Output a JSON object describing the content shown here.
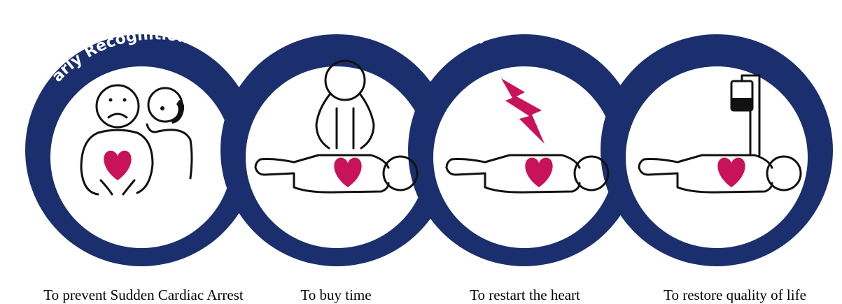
{
  "links": [
    {
      "title": "Early Recognition and Call",
      "caption": "To prevent Sudden Cardiac Arrest",
      "icon": "person-calling-icon"
    },
    {
      "title": "Early CPR",
      "caption": "To buy time",
      "icon": "cpr-compression-icon"
    },
    {
      "title": "Early Defibrillation",
      "caption": "To restart the heart",
      "icon": "lightning-bolt-icon"
    },
    {
      "title": "Early Advanced Care",
      "caption": "To restore quality of life",
      "icon": "iv-drip-icon"
    }
  ],
  "colors": {
    "ring": "#1b2f6e",
    "heart": "#c8125a",
    "bolt": "#c8125a",
    "outline": "#111111"
  }
}
